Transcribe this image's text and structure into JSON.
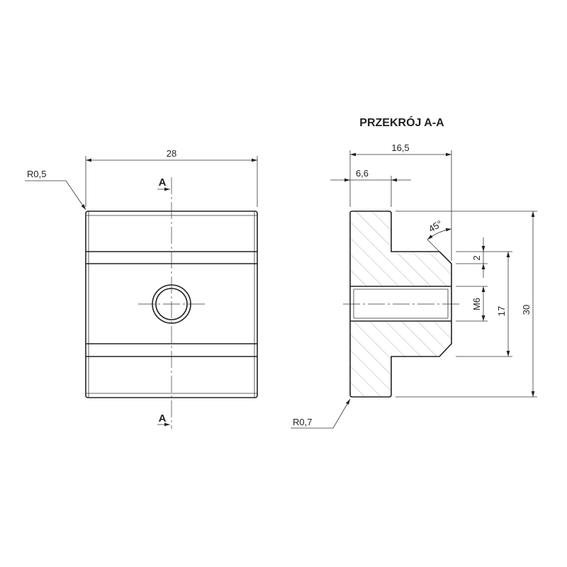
{
  "section_title": "PRZEKRÓJ A-A",
  "front_view": {
    "width_dim": "28",
    "corner_radius": "R0,5",
    "section_mark_top": "A",
    "section_mark_bottom": "A"
  },
  "section_view": {
    "depth_dim": "16,5",
    "flange_dim": "6,6",
    "angle": "45°",
    "chamfer_dim": "2",
    "thread": "M6",
    "tongue_dim": "17",
    "height_dim": "30",
    "corner_radius": "R0,7"
  }
}
